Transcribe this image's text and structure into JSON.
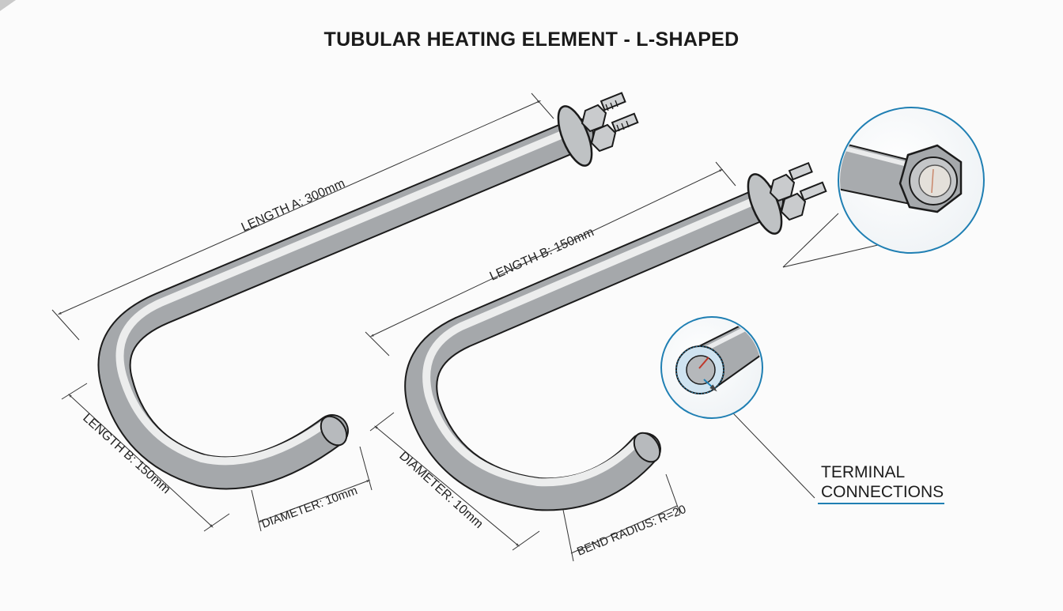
{
  "diagram": {
    "title": "TUBULAR HEATING ELEMENT - L-SHAPED",
    "dimensions": {
      "length_a_left": "LENGTH A: 300mm",
      "length_b_left": "LENGTH B: 150mm",
      "diameter_left": "DIAMETER: 10mm",
      "length_b_right": "LENGTH B: 150mm",
      "diameter_right": "DIAMETER: 10mm",
      "bend_radius": "BEND RADIUS: R=20"
    },
    "callout": {
      "terminal_line1": "TERMINAL",
      "terminal_line2": "CONNECTIONS"
    },
    "colors": {
      "accent": "#1f7fb3",
      "tube": "#a9acaf",
      "outline": "#1b1b1b",
      "insulation": "#cfe3f0"
    },
    "icons": [
      "hex-nut-icon",
      "threaded-terminal-icon",
      "cross-section-icon"
    ]
  }
}
